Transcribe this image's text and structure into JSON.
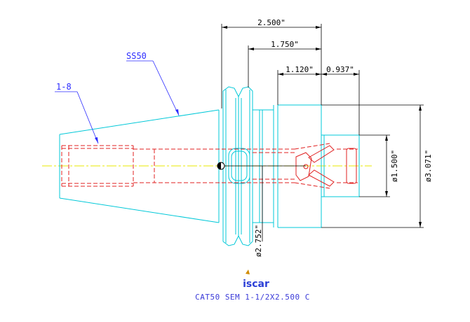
{
  "labels": {
    "taper_callout": "SS50",
    "thread_callout": "1-8"
  },
  "dimensions": {
    "overall_length": "2.500\"",
    "length_2": "1.750\"",
    "length_3": "1.120\"",
    "length_4": "0.937\"",
    "bore_diameter": "ø1.500\"",
    "nose_diameter": "ø3.071\"",
    "flange_diameter": "ø2.752\""
  },
  "brand": {
    "logo_text": "iscar"
  },
  "caption": "CAT50 SEM 1-1/2X2.500 C",
  "colors": {
    "outline": "#00c8d8",
    "hidden": "#e02020",
    "center": "#e8e800",
    "dimension": "#000000",
    "callout": "#2a2aff"
  }
}
